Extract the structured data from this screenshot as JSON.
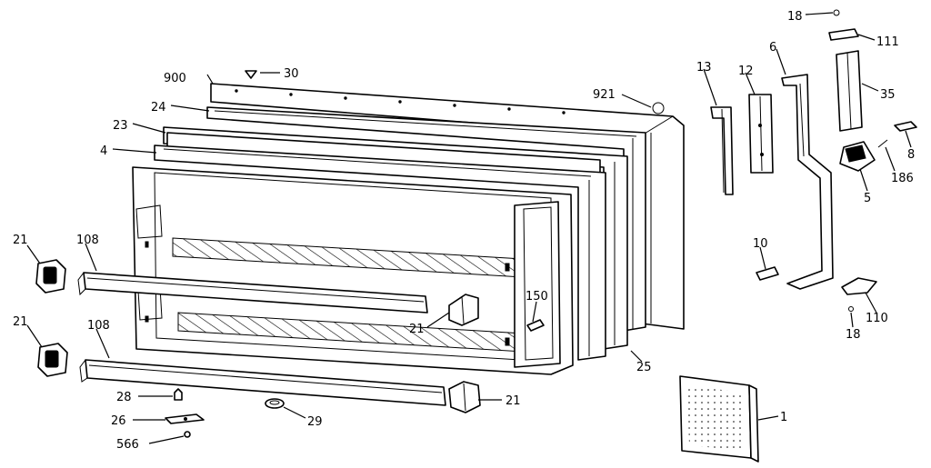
{
  "labels": {
    "p18_top": "18",
    "p111": "111",
    "p6": "6",
    "p13": "13",
    "p12": "12",
    "p35": "35",
    "p900": "900",
    "p30": "30",
    "p921": "921",
    "p24": "24",
    "p23": "23",
    "p8": "8",
    "p4": "4",
    "p186": "186",
    "p5": "5",
    "p21_left_top": "21",
    "p108_top": "108",
    "p10": "10",
    "p150": "150",
    "p21_mid": "21",
    "p110": "110",
    "p21_left_bottom": "21",
    "p108_bottom": "108",
    "p18_bottom": "18",
    "p25": "25",
    "p28": "28",
    "p21_bottom": "21",
    "p26": "26",
    "p29": "29",
    "p1": "1",
    "p566": "566"
  }
}
